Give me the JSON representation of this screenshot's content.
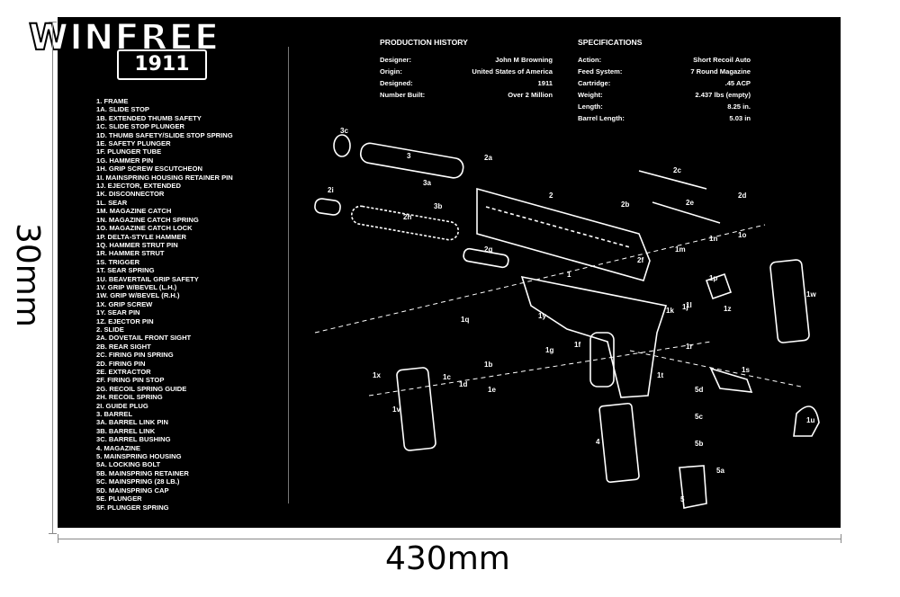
{
  "brand": {
    "logo_text": "WINFREE",
    "badge_text": "1911"
  },
  "dimensions": {
    "height_label": "30mm",
    "width_label": "430mm"
  },
  "parts_list": [
    "1. FRAME",
    "1A. SLIDE STOP",
    "1B. EXTENDED THUMB SAFETY",
    "1C. SLIDE STOP PLUNGER",
    "1D. THUMB SAFETY/SLIDE STOP SPRING",
    "1E. SAFETY PLUNGER",
    "1F. PLUNGER TUBE",
    "1G. HAMMER PIN",
    "1H. GRIP SCREW ESCUTCHEON",
    "1I. MAINSPRING HOUSING RETAINER PIN",
    "1J. EJECTOR, EXTENDED",
    "1K. DISCONNECTOR",
    "1L. SEAR",
    "1M. MAGAZINE CATCH",
    "1N. MAGAZINE CATCH SPRING",
    "1O. MAGAZINE CATCH LOCK",
    "1P. DELTA-STYLE HAMMER",
    "1Q. HAMMER STRUT PIN",
    "1R. HAMMER STRUT",
    "1S. TRIGGER",
    "1T. SEAR SPRING",
    "1U. BEAVERTAIL GRIP SAFETY",
    "1V. GRIP W/BEVEL (L.H.)",
    "1W. GRIP W/BEVEL (R.H.)",
    "1X. GRIP SCREW",
    "1Y. SEAR PIN",
    "1Z. EJECTOR PIN",
    "2. SLIDE",
    "2A. DOVETAIL FRONT SIGHT",
    "2B. REAR SIGHT",
    "2C. FIRING PIN SPRING",
    "2D. FIRING PIN",
    "2E. EXTRACTOR",
    "2F. FIRING PIN STOP",
    "2G. RECOIL SPRING GUIDE",
    "2H. RECOIL SPRING",
    "2I. GUIDE PLUG",
    "3. BARREL",
    "3A. BARREL LINK PIN",
    "3B. BARREL LINK",
    "3C. BARREL BUSHING",
    "4. MAGAZINE",
    "5. MAINSPRING HOUSING",
    "5A. LOCKING BOLT",
    "5B. MAINSPRING RETAINER",
    "5C. MAINSPRING (28 LB.)",
    "5D. MAINSPRING CAP",
    "5E. PLUNGER",
    "5F. PLUNGER SPRING"
  ],
  "production_history": {
    "title": "PRODUCTION HISTORY",
    "rows": [
      {
        "k": "Designer:",
        "v": "John M Browning"
      },
      {
        "k": "Origin:",
        "v": "United States of America"
      },
      {
        "k": "Designed:",
        "v": "1911"
      },
      {
        "k": "Number Built:",
        "v": "Over 2 Million"
      }
    ]
  },
  "specifications": {
    "title": "SPECIFICATIONS",
    "rows": [
      {
        "k": "Action:",
        "v": "Short Recoil Auto"
      },
      {
        "k": "Feed System:",
        "v": "7 Round Magazine"
      },
      {
        "k": "Cartridge:",
        "v": ".45 ACP"
      },
      {
        "k": "Weight:",
        "v": "2.437 lbs (empty)"
      },
      {
        "k": "Length:",
        "v": "8.25 in."
      },
      {
        "k": "Barrel Length:",
        "v": "5.03 in"
      }
    ]
  },
  "diagram_labels": [
    "3c",
    "3",
    "2a",
    "2i",
    "2h",
    "3a",
    "3b",
    "2",
    "2b",
    "2c",
    "2e",
    "2d",
    "1m",
    "1n",
    "1o",
    "2g",
    "2f",
    "1",
    "1p",
    "1w",
    "1z",
    "1q",
    "1y",
    "1g",
    "1f",
    "1j",
    "1k",
    "1l",
    "1r",
    "1x",
    "1c",
    "1d",
    "1e",
    "1b",
    "1t",
    "1s",
    "5d",
    "5c",
    "5b",
    "5a",
    "1v",
    "4",
    "5",
    "1u"
  ],
  "colors": {
    "mat": "#000000",
    "ink": "#ffffff",
    "page": "#ffffff"
  }
}
